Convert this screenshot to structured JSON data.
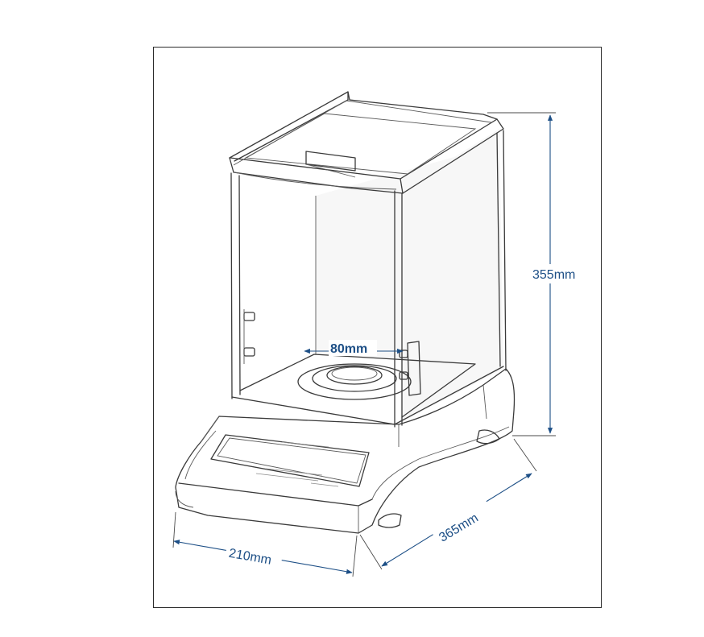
{
  "dimensions": {
    "height": "355mm",
    "depth": "365mm",
    "width": "210mm",
    "pan_diameter": "80mm"
  },
  "colors": {
    "dimension_text": "#1d4f86",
    "line_art": "#3a3a3a",
    "frame": "#2b2b2b"
  }
}
